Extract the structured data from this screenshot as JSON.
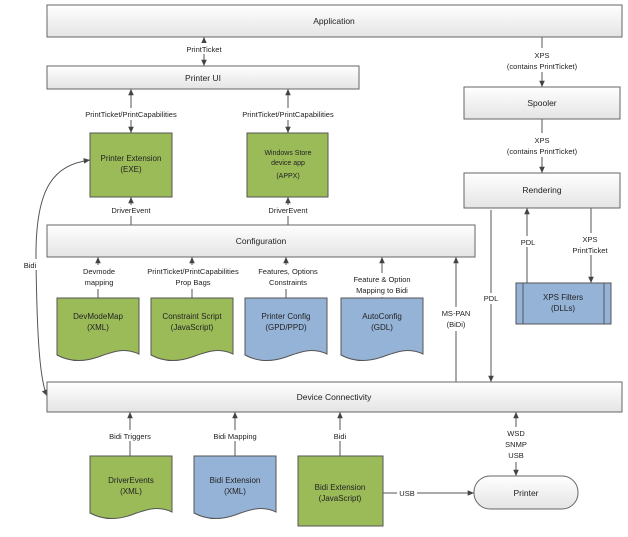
{
  "colors": {
    "green_fill": "#9bbb59",
    "blue_fill": "#95b3d7",
    "bar_fill_top": "#ffffff",
    "bar_fill_bottom": "#e6e6e6",
    "stroke": "#555555",
    "text": "#222222"
  },
  "boxes": {
    "application": "Application",
    "printer_ui": "Printer UI",
    "spooler": "Spooler",
    "rendering": "Rendering",
    "configuration": "Configuration",
    "device_connectivity": "Device Connectivity",
    "printer": "Printer"
  },
  "components": {
    "printer_extension": [
      "Printer Extension",
      "(EXE)"
    ],
    "windows_store_app": [
      "Windows Store",
      "device app",
      "(APPX)"
    ],
    "xps_filters": [
      "XPS Filters",
      "(DLLs)"
    ],
    "devmodemap": [
      "DevModeMap",
      "(XML)"
    ],
    "constraint_script": [
      "Constraint Script",
      "(JavaScript)"
    ],
    "printer_config": [
      "Printer Config",
      "(GPD/PPD)"
    ],
    "autoconfig": [
      "AutoConfig",
      "(GDL)"
    ],
    "driver_events": [
      "DriverEvents",
      "(XML)"
    ],
    "bidi_extension_xml": [
      "Bidi Extension",
      "(XML)"
    ],
    "bidi_extension_js": [
      "Bidi Extension",
      "(JavaScript)"
    ]
  },
  "labels": {
    "printticket": "PrintTicket",
    "xps_app_spooler": [
      "XPS",
      "(contains PrintTicket)"
    ],
    "xps_spooler_rendering": [
      "XPS",
      "(contains PrintTicket)"
    ],
    "ptpc_left": "PrintTicket/PrintCapabilities",
    "ptpc_right": "PrintTicket/PrintCapabilities",
    "driverevent_left": "DriverEvent",
    "driverevent_right": "DriverEvent",
    "bidi": "Bidi",
    "pdl_render_left": "PDL",
    "xps_printticket": [
      "XPS",
      "PrintTicket"
    ],
    "pdl_down": "PDL",
    "devmode_mapping": [
      "Devmode",
      "mapping"
    ],
    "ptpc_propbags": [
      "PrintTicket/PrintCapabilities",
      "Prop Bags"
    ],
    "features_constraints": [
      "Features, Options",
      "Constraints"
    ],
    "feature_mapping_bidi": [
      "Feature & Option",
      "Mapping to Bidi"
    ],
    "ms_pan": [
      "MS-PAN",
      "(BiDi)"
    ],
    "bidi_triggers": "Bidi Triggers",
    "bidi_mapping": "Bidi Mapping",
    "bidi_small": "Bidi",
    "wsd_snmp_usb": [
      "WSD",
      "SNMP",
      "USB"
    ],
    "usb": "USB"
  }
}
